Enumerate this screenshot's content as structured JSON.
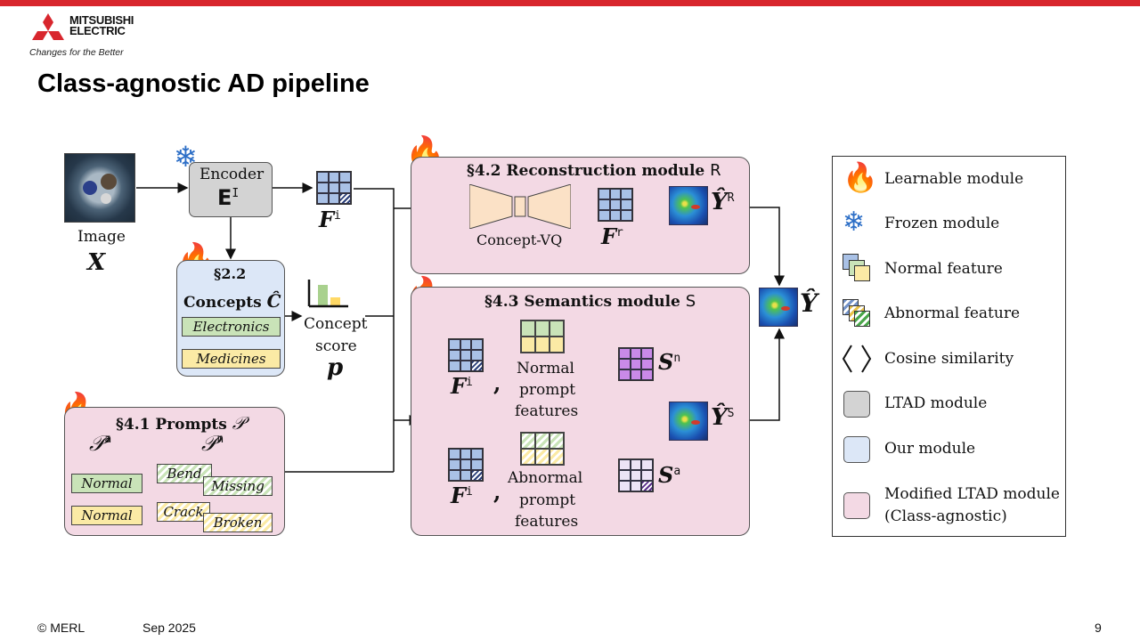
{
  "header": {
    "logo_line1": "MITSUBISHI",
    "logo_line2": "ELECTRIC",
    "slogan": "Changes for the Better",
    "title": "Class-agnostic AD pipeline"
  },
  "footer": {
    "copyright": "© MERL",
    "date": "Sep 2025",
    "page_number": "9"
  },
  "diagram": {
    "image_label": "Image",
    "image_symbol": "X",
    "encoder_label": "Encoder",
    "encoder_symbol": "E",
    "encoder_sup": "I",
    "feature_symbol": "F",
    "feature_sup": "i",
    "concepts_section": "§2.2",
    "concepts_title": "Concepts",
    "concepts_symbol": "Ĉ",
    "concept_items": [
      "Electronics",
      "Medicines"
    ],
    "concept_score_line1": "Concept",
    "concept_score_line2": "score",
    "concept_score_symbol": "p",
    "prompts_title": "§4.1 Prompts",
    "prompts_symbol": "𝒫",
    "prompts_a_sup": "a",
    "prompts_n_sup": "n",
    "prompt_a_items": [
      "Normal",
      "Normal"
    ],
    "prompt_n_items": [
      "Bend",
      "Missing",
      "Crack",
      "Broken"
    ],
    "recon_title": "§4.2 Reconstruction module",
    "recon_symbol": "R",
    "concept_vq_label": "Concept-VQ",
    "recon_feature_sup": "r",
    "y_symbol": "Ŷ",
    "y_r_sup": "R",
    "semantics_title": "§4.3 Semantics module",
    "semantics_symbol": "S",
    "comma": ",",
    "normal_prompt_l1": "Normal",
    "normal_prompt_l2": "prompt",
    "normal_prompt_l3": "features",
    "abnormal_prompt_l1": "Abnormal",
    "abnormal_prompt_l2": "prompt",
    "abnormal_prompt_l3": "features",
    "s_symbol": "S",
    "s_n_sup": "n",
    "s_a_sup": "a",
    "y_s_sup": "S"
  },
  "legend": {
    "items": [
      "Learnable module",
      "Frozen module",
      "Normal feature",
      "Abnormal feature",
      "Cosine similarity",
      "LTAD module",
      "Our module",
      "Modified LTAD module",
      "(Class-agnostic)"
    ]
  },
  "colors": {
    "accent_red": "#d8262d",
    "pink_module": "#f3d9e4",
    "blue_module": "#dce7f7",
    "gray_module": "#d3d3d3",
    "feature_blue": "#a9c1e6",
    "concept_green": "#c9e3b8",
    "concept_yellow": "#fbeaa5"
  },
  "icons": [
    "flame-icon",
    "snowflake-icon",
    "heatmap-icon",
    "bar-chart-icon"
  ]
}
